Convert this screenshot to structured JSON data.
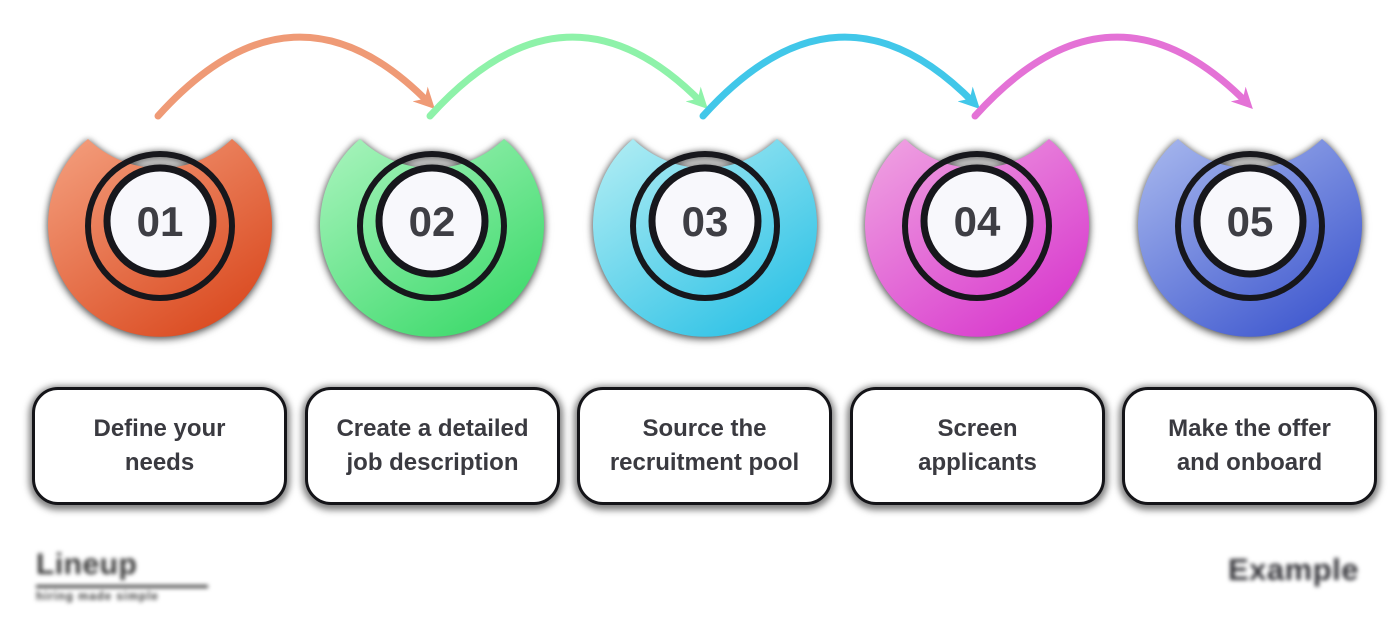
{
  "steps": [
    {
      "number": "01",
      "label": "Define your\nneeds",
      "color_light": "#f4a07f",
      "color_dark": "#da4a20"
    },
    {
      "number": "02",
      "label": "Create a detailed\njob description",
      "color_light": "#aaf4be",
      "color_dark": "#3eda6c"
    },
    {
      "number": "03",
      "label": "Source the\nrecruitment pool",
      "color_light": "#b4eef4",
      "color_dark": "#2ec2e6"
    },
    {
      "number": "04",
      "label": "Screen\napplicants",
      "color_light": "#f0a5e2",
      "color_dark": "#d839cd"
    },
    {
      "number": "05",
      "label": "Make the offer\nand onboard",
      "color_light": "#a9b9ee",
      "color_dark": "#4059cf"
    }
  ],
  "arrows": [
    {
      "color": "#ef9a76"
    },
    {
      "color": "#8ef2a9"
    },
    {
      "color": "#41c7e9"
    },
    {
      "color": "#e472d6"
    }
  ],
  "colors": {
    "ring_ink": "#17171c",
    "number_ink": "#3e3e44",
    "label_ink": "#3a3a40",
    "card_background": "#ffffff"
  },
  "footer": {
    "logo_text": "Lineup",
    "logo_tagline": "hiring made simple",
    "brand_text": "Example"
  }
}
